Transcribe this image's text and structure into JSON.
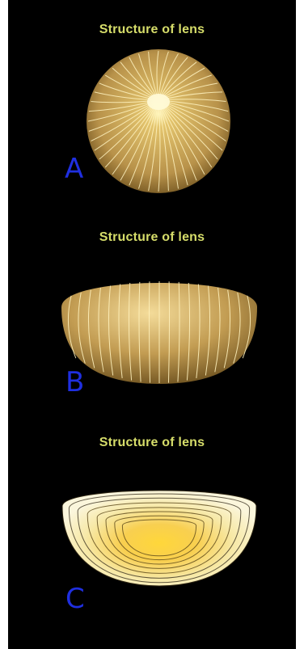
{
  "figure": {
    "panels": [
      {
        "title": "Structure of lens",
        "label": "A"
      },
      {
        "title": "Structure of lens",
        "label": "B"
      },
      {
        "title": "Structure of lens",
        "label": "C"
      }
    ]
  },
  "colors": {
    "background": "#000000",
    "title_text": "#d6dd6a",
    "label_text": "#1f2fe0",
    "lens_gold": "#c9a65a",
    "suture_lines": "#fff3c0",
    "section_core": "#ffc81c",
    "section_outer": "#f8f1cf"
  }
}
